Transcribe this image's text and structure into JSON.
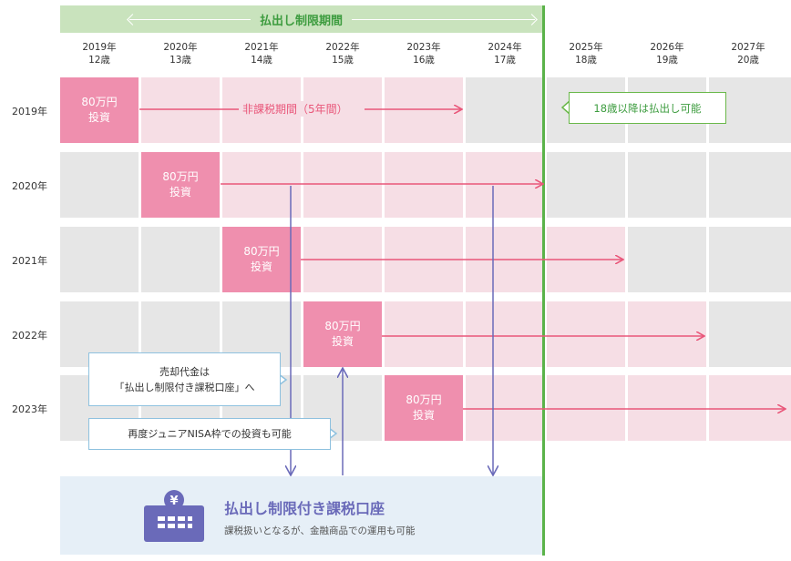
{
  "banner": {
    "label": "払出し制限期間"
  },
  "columns": [
    {
      "year": "2019年",
      "age": "12歳"
    },
    {
      "year": "2020年",
      "age": "13歳"
    },
    {
      "year": "2021年",
      "age": "14歳"
    },
    {
      "year": "2022年",
      "age": "15歳"
    },
    {
      "year": "2023年",
      "age": "16歳"
    },
    {
      "year": "2024年",
      "age": "17歳"
    },
    {
      "year": "2025年",
      "age": "18歳"
    },
    {
      "year": "2026年",
      "age": "19歳"
    },
    {
      "year": "2027年",
      "age": "20歳"
    }
  ],
  "rows": [
    {
      "label": "2019年",
      "investment": "80万円\n投資"
    },
    {
      "label": "2020年",
      "investment": "80万円\n投資"
    },
    {
      "label": "2021年",
      "investment": "80万円\n投資"
    },
    {
      "label": "2022年",
      "investment": "80万円\n投資"
    },
    {
      "label": "2023年",
      "investment": "80万円\n投資"
    }
  ],
  "labels": {
    "tax_free_period": "非課税期間（5年間）",
    "withdraw_after_18": "18歳以降は払出し可能",
    "sale_proceeds_line1": "売却代金は",
    "sale_proceeds_line2": "「払出し制限付き課税口座」へ",
    "reinvest": "再度ジュニアNISA枠での投資も可能"
  },
  "account": {
    "icon_symbol": "¥",
    "title": "払出し制限付き課税口座",
    "subtitle": "課税扱いとなるが、金融商品での運用も可能"
  },
  "colors": {
    "banner_bg": "#c9e3bd",
    "banner_text": "#3d9c3f",
    "invest_box": "#ef8fae",
    "period_cell": "#f6dee5",
    "grid_cell": "#e6e6e6",
    "period_arrow": "#e9577a",
    "limit_line": "#5bb34a",
    "flow_arrow": "#6a6ab9",
    "account_bg": "#e6eff7"
  }
}
